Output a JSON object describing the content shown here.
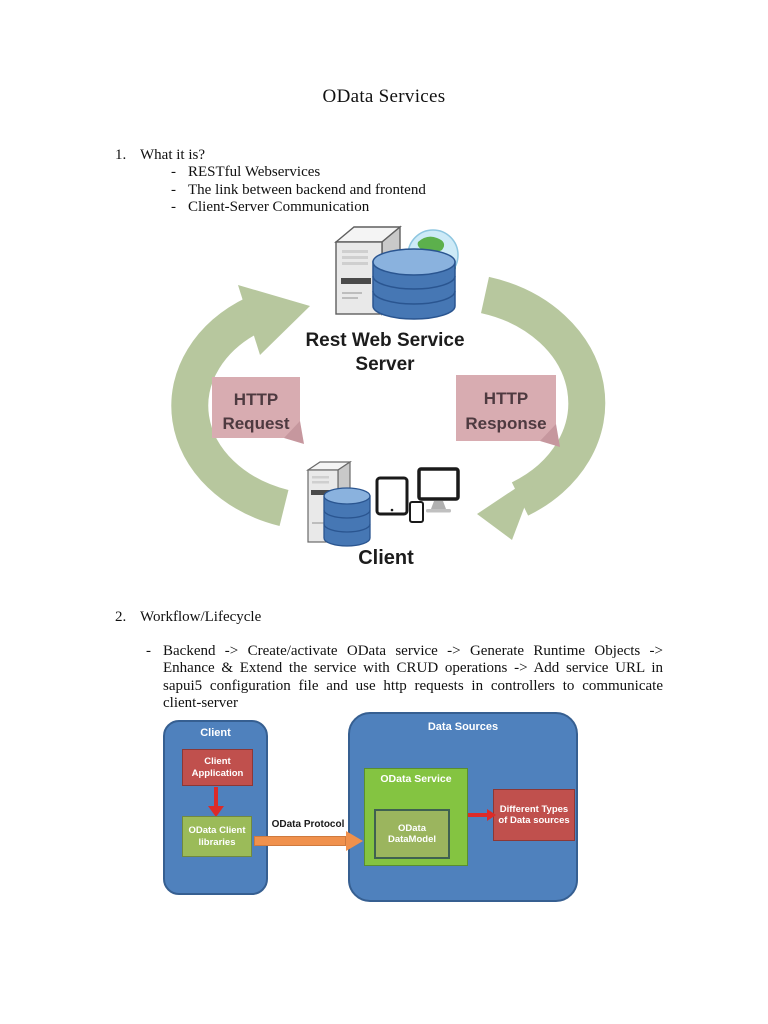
{
  "document": {
    "title": "OData Services",
    "section1": {
      "number": "1.",
      "heading": "What it is?",
      "bullet_marker": "-",
      "bullets": [
        "RESTful Webservices",
        "The link between backend and frontend",
        "Client-Server Communication"
      ]
    },
    "section2": {
      "number": "2.",
      "heading": "Workflow/Lifecycle",
      "bullet_marker": "-",
      "paragraph": "Backend -> Create/activate OData service -> Generate Runtime Objects -> Enhance & Extend the service with CRUD operations -> Add service URL in sapui5 configuration file and use http requests in controllers to communicate client-server"
    }
  },
  "cycle_diagram": {
    "server_label": {
      "line1": "Rest Web Service",
      "line2": "Server"
    },
    "client_label": "Client",
    "request_box": {
      "line1": "HTTP",
      "line2": "Request"
    },
    "response_box": {
      "line1": "HTTP",
      "line2": "Response"
    },
    "colors": {
      "arrow_green": "#b7c79e",
      "box_pink": "#d8acb1",
      "box_text": "#4e3a40",
      "database_blue": "#4677b4"
    }
  },
  "flow_diagram": {
    "client_container": {
      "title": "Client",
      "client_application": "Client Application",
      "odata_client_libraries": "OData Client libraries"
    },
    "protocol_label": "OData Protocol",
    "data_sources_container": {
      "title": "Data Sources",
      "odata_service": "OData Service",
      "odata_datamodel": "OData DataModel",
      "different_types": "Different Types of Data sources"
    },
    "colors": {
      "container_blue": "#4f81bd",
      "box_red": "#c0504d",
      "box_olive": "#9bbb59",
      "box_green": "#84c441",
      "arrow_orange": "#f0914d",
      "arrow_red": "#dd2b28"
    }
  }
}
